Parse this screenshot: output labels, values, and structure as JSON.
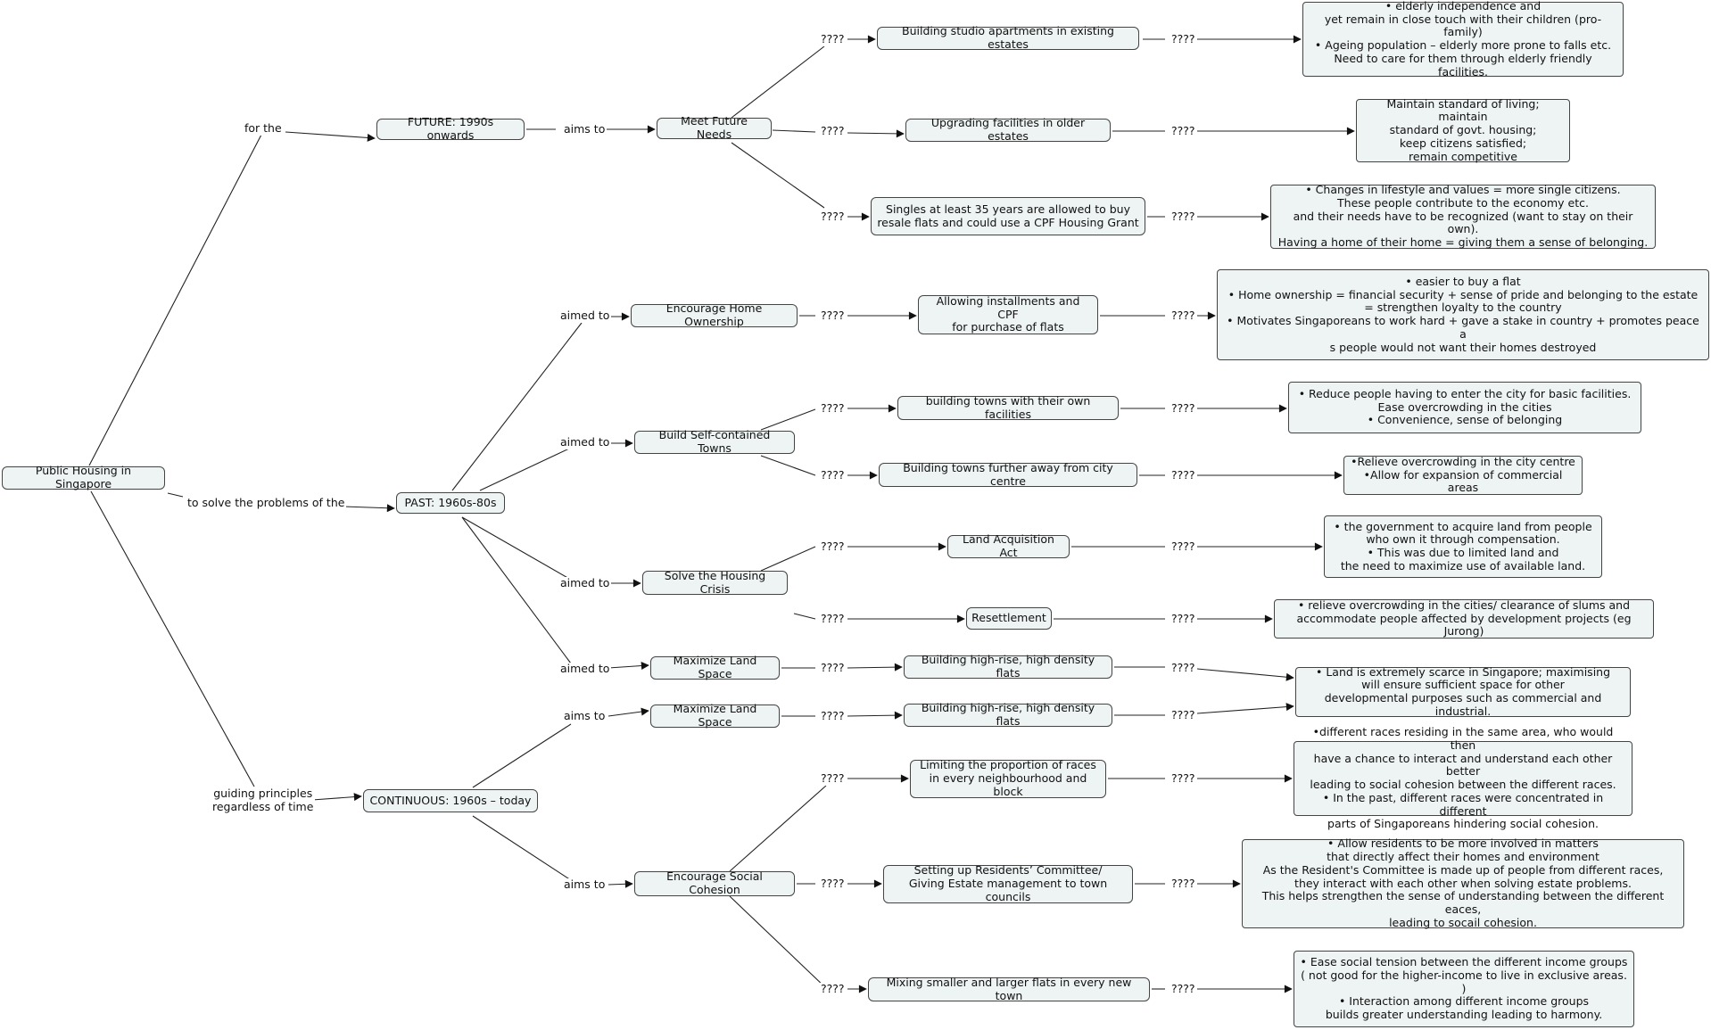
{
  "nodes": [
    {
      "id": "root",
      "text": "Public Housing in Singapore"
    },
    {
      "id": "future",
      "text": "FUTURE: 1990s onwards"
    },
    {
      "id": "past",
      "text": "PAST: 1960s-80s"
    },
    {
      "id": "cont",
      "text": "CONTINUOUS: 1960s – today"
    },
    {
      "id": "mfn",
      "text": "Meet Future Needs"
    },
    {
      "id": "f1",
      "text": "Building studio apartments in existing estates"
    },
    {
      "id": "f2",
      "text": "Upgrading facilities in older estates"
    },
    {
      "id": "f3",
      "text": "Singles at least 35 years are allowed to buy\nresale flats and could use a CPF Housing Grant"
    },
    {
      "id": "f1r",
      "text": "•    elderly independence and\nyet remain in close touch with their children (pro-family)\n•    Ageing population – elderly more prone to falls etc.\nNeed to care for them through elderly friendly facilities."
    },
    {
      "id": "f2r",
      "text": "Maintain standard of living; maintain\nstandard of govt. housing;\nkeep citizens satisfied;\nremain competitive"
    },
    {
      "id": "f3r",
      "text": "•    Changes in lifestyle and values = more single citizens.\nThese people contribute to the economy etc.\nand their needs have to be recognized (want to stay on their own).\nHaving a home of their home = giving them a sense of belonging."
    },
    {
      "id": "eho",
      "text": "Encourage Home Ownership"
    },
    {
      "id": "p1",
      "text": "Allowing installments and CPF\nfor purchase of flats"
    },
    {
      "id": "p1r",
      "text": "•    easier to buy a flat\n•    Home ownership = financial security + sense of pride and belonging to the estate\n= strengthen loyalty to the country\n•    Motivates Singaporeans to work hard + gave a stake in country + promotes peace a\ns people would not want their homes destroyed"
    },
    {
      "id": "bst",
      "text": "Build Self-contained Towns"
    },
    {
      "id": "p2",
      "text": "building towns with their own facilities"
    },
    {
      "id": "p2r",
      "text": "•    Reduce people having to enter the city for basic facilities.\nEase overcrowding in the cities\n•    Convenience, sense of belonging"
    },
    {
      "id": "p3",
      "text": "Building towns further away from city centre"
    },
    {
      "id": "p3r",
      "text": "•Relieve overcrowding in the city centre\n•Allow for expansion of commercial areas"
    },
    {
      "id": "shc",
      "text": "Solve the Housing Crisis"
    },
    {
      "id": "p4",
      "text": "Land Acquisition Act"
    },
    {
      "id": "p4r",
      "text": "•    the government to acquire land from people\nwho own it through compensation.\n•    This was due to limited land and\nthe need to maximize use of available land."
    },
    {
      "id": "p5",
      "text": "Resettlement"
    },
    {
      "id": "p5r",
      "text": "• relieve overcrowding in the cities/ clearance of slums and\naccommodate people affected by development projects (eg Jurong)"
    },
    {
      "id": "mls1",
      "text": "Maximize Land Space"
    },
    {
      "id": "p6",
      "text": "Building high-rise, high density flats"
    },
    {
      "id": "mls2",
      "text": "Maximize Land Space"
    },
    {
      "id": "c1",
      "text": "Building high-rise, high density flats"
    },
    {
      "id": "landr",
      "text": "•    Land is extremely scarce in Singapore; maximising\nwill ensure sufficient space  for other\ndevelopmental purposes such as commercial and industrial."
    },
    {
      "id": "esc",
      "text": "Encourage Social Cohesion"
    },
    {
      "id": "c2",
      "text": "Limiting the proportion of races\nin every neighbourhood and block"
    },
    {
      "id": "c2r",
      "text": "•different races residing in the same area, who would then\nhave a chance to interact and understand each other better\nleading to social cohesion between the different races.\n• In the past, different races were concentrated in different\nparts of Singaporeans hindering social cohesion."
    },
    {
      "id": "c3",
      "text": "Setting up Residents’ Committee/\nGiving Estate management to town councils"
    },
    {
      "id": "c3r",
      "text": "•    Allow residents to be more involved in matters\nthat directly affect their homes and environment\nAs the Resident's Committee is made up of people from different races,\nthey interact with each other when solving estate problems.\nThis helps strengthen the sense of understanding between the different eaces,\nleading to socail cohesion."
    },
    {
      "id": "c4",
      "text": "Mixing smaller and larger flats in every new town"
    },
    {
      "id": "c4r",
      "text": "•    Ease social tension between the different income groups\n( not good for the higher-income to live in exclusive areas. )\n•    Interaction among different income groups\nbuilds greater understanding leading to harmony."
    }
  ],
  "links": [
    {
      "id": "l1",
      "text": "for the"
    },
    {
      "id": "l2",
      "text": "to solve the problems of the"
    },
    {
      "id": "l3",
      "text": "guiding principles\nregardless of time"
    },
    {
      "id": "l4",
      "text": "aims to"
    },
    {
      "id": "l5",
      "text": "????"
    },
    {
      "id": "l6",
      "text": "????"
    },
    {
      "id": "l7",
      "text": "????"
    },
    {
      "id": "l8",
      "text": "????"
    },
    {
      "id": "l9",
      "text": "????"
    },
    {
      "id": "l10",
      "text": "????"
    },
    {
      "id": "l11",
      "text": "aimed to"
    },
    {
      "id": "l12",
      "text": "aimed to"
    },
    {
      "id": "l13",
      "text": "aimed to"
    },
    {
      "id": "l14",
      "text": "aimed to"
    },
    {
      "id": "l15",
      "text": "????"
    },
    {
      "id": "l16",
      "text": "????"
    },
    {
      "id": "l17",
      "text": "????"
    },
    {
      "id": "l18",
      "text": "????"
    },
    {
      "id": "l19",
      "text": "????"
    },
    {
      "id": "l20",
      "text": "????"
    },
    {
      "id": "l21",
      "text": "????"
    },
    {
      "id": "l22",
      "text": "????"
    },
    {
      "id": "l23",
      "text": "????"
    },
    {
      "id": "l24",
      "text": "????"
    },
    {
      "id": "l25",
      "text": "????"
    },
    {
      "id": "l26",
      "text": "????"
    },
    {
      "id": "l27",
      "text": "????"
    },
    {
      "id": "l28",
      "text": "aims to"
    },
    {
      "id": "l29",
      "text": "aims to"
    },
    {
      "id": "l30",
      "text": "????"
    },
    {
      "id": "l31",
      "text": "????"
    },
    {
      "id": "l32",
      "text": "????"
    },
    {
      "id": "l33",
      "text": "????"
    },
    {
      "id": "l34",
      "text": "????"
    },
    {
      "id": "l35",
      "text": "????"
    },
    {
      "id": "l36",
      "text": "????"
    },
    {
      "id": "l37",
      "text": "????"
    }
  ]
}
